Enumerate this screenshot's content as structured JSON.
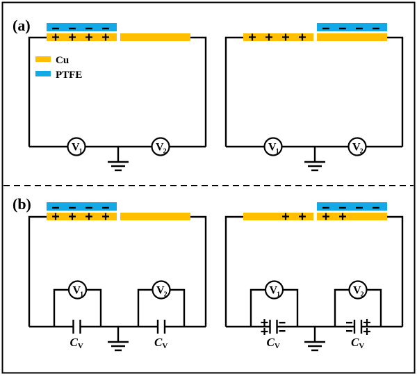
{
  "colors": {
    "cu": "#FFBE00",
    "ptfe": "#12A9E6",
    "wire": "#000000",
    "background": "#FFFFFF"
  },
  "panels": {
    "a": {
      "label": "(a)"
    },
    "b": {
      "label": "(b)"
    }
  },
  "legend": [
    {
      "name": "Cu",
      "color_key": "cu"
    },
    {
      "name": "PTFE",
      "color_key": "ptfe"
    }
  ],
  "voltmeters": {
    "v1": {
      "letter": "V",
      "sub": "1"
    },
    "v2": {
      "letter": "V",
      "sub": "2"
    }
  },
  "capacitor": {
    "letter": "C",
    "sub": "V"
  },
  "charges": {
    "positive": "+",
    "negative": "−",
    "a_left": {
      "ptfe_negative_count": 4,
      "cu_positive_count": 4
    },
    "a_right": {
      "ptfe_negative_count": 4,
      "cu_left_positive_count": 4
    },
    "b_left": {
      "ptfe_negative_count": 4,
      "cu_positive_count": 4
    },
    "b_right": {
      "ptfe_negative_count": 4,
      "cu_left_positive_count": 2,
      "cu_right_positive_count": 2
    }
  }
}
